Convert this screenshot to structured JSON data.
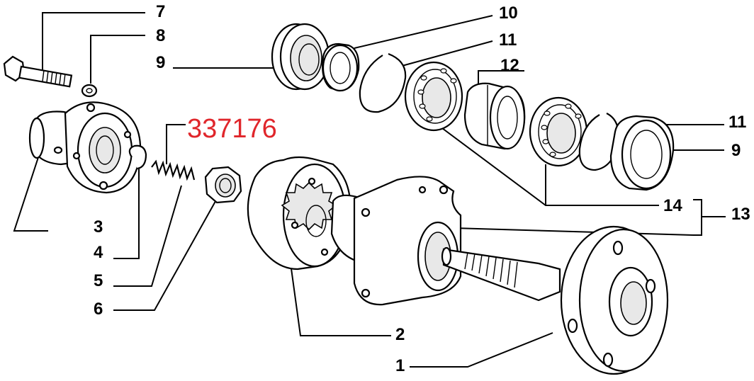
{
  "callouts": {
    "c1": "1",
    "c2": "2",
    "c3": "3",
    "c4": "4",
    "c5": "5",
    "c6": "6",
    "c7": "7",
    "c8": "8",
    "c9_left": "9",
    "c9_right": "9",
    "c10": "10",
    "c11_top": "11",
    "c11_right": "11",
    "c12": "12",
    "c13": "13",
    "c14": "14"
  },
  "reference_code": "337176",
  "colors": {
    "reference": "#e0262b",
    "line": "#000000",
    "background": "#ffffff"
  }
}
